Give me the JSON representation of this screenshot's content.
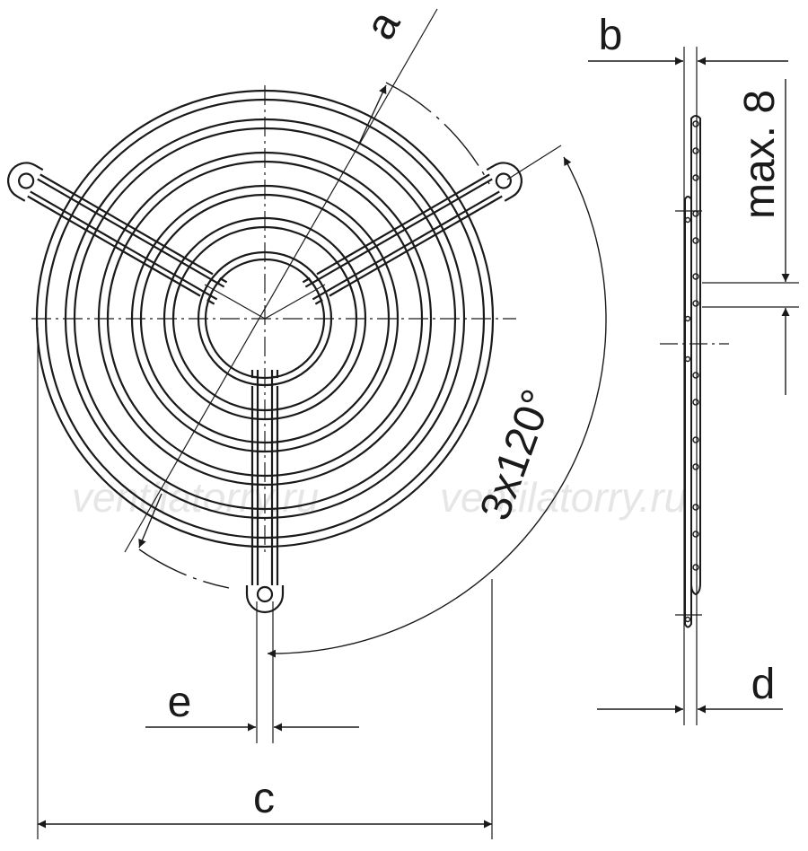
{
  "watermarks": [
    "ventilatorry.ru",
    "ventilatorry.ru"
  ],
  "labels": {
    "a": "a",
    "b": "b",
    "c": "c",
    "d": "d",
    "e": "e",
    "max8": "max. 8",
    "angle": "3x120°"
  },
  "colors": {
    "line": "#1a1a1a",
    "watermark": "#e6e6e6",
    "background": "#ffffff"
  }
}
